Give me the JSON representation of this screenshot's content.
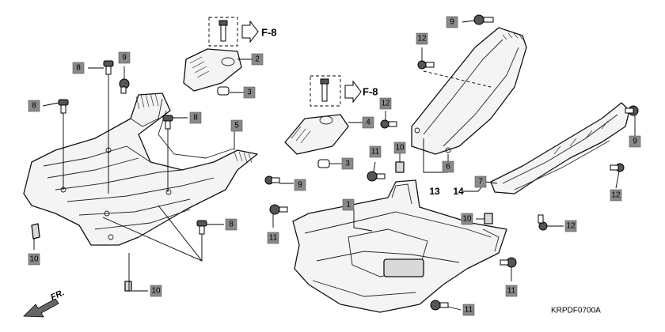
{
  "diagram_code": "KRPDF0700A",
  "front_label": "FR.",
  "ref_labels": [
    "F-8",
    "F-8"
  ],
  "group_labels": [
    "13",
    "14"
  ],
  "callouts": [
    "1",
    "2",
    "3",
    "3",
    "4",
    "5",
    "6",
    "7",
    "8",
    "8",
    "8",
    "8",
    "9",
    "9",
    "9",
    "9",
    "10",
    "10",
    "10",
    "10",
    "11",
    "11",
    "11",
    "11",
    "12",
    "12",
    "12",
    "12"
  ]
}
